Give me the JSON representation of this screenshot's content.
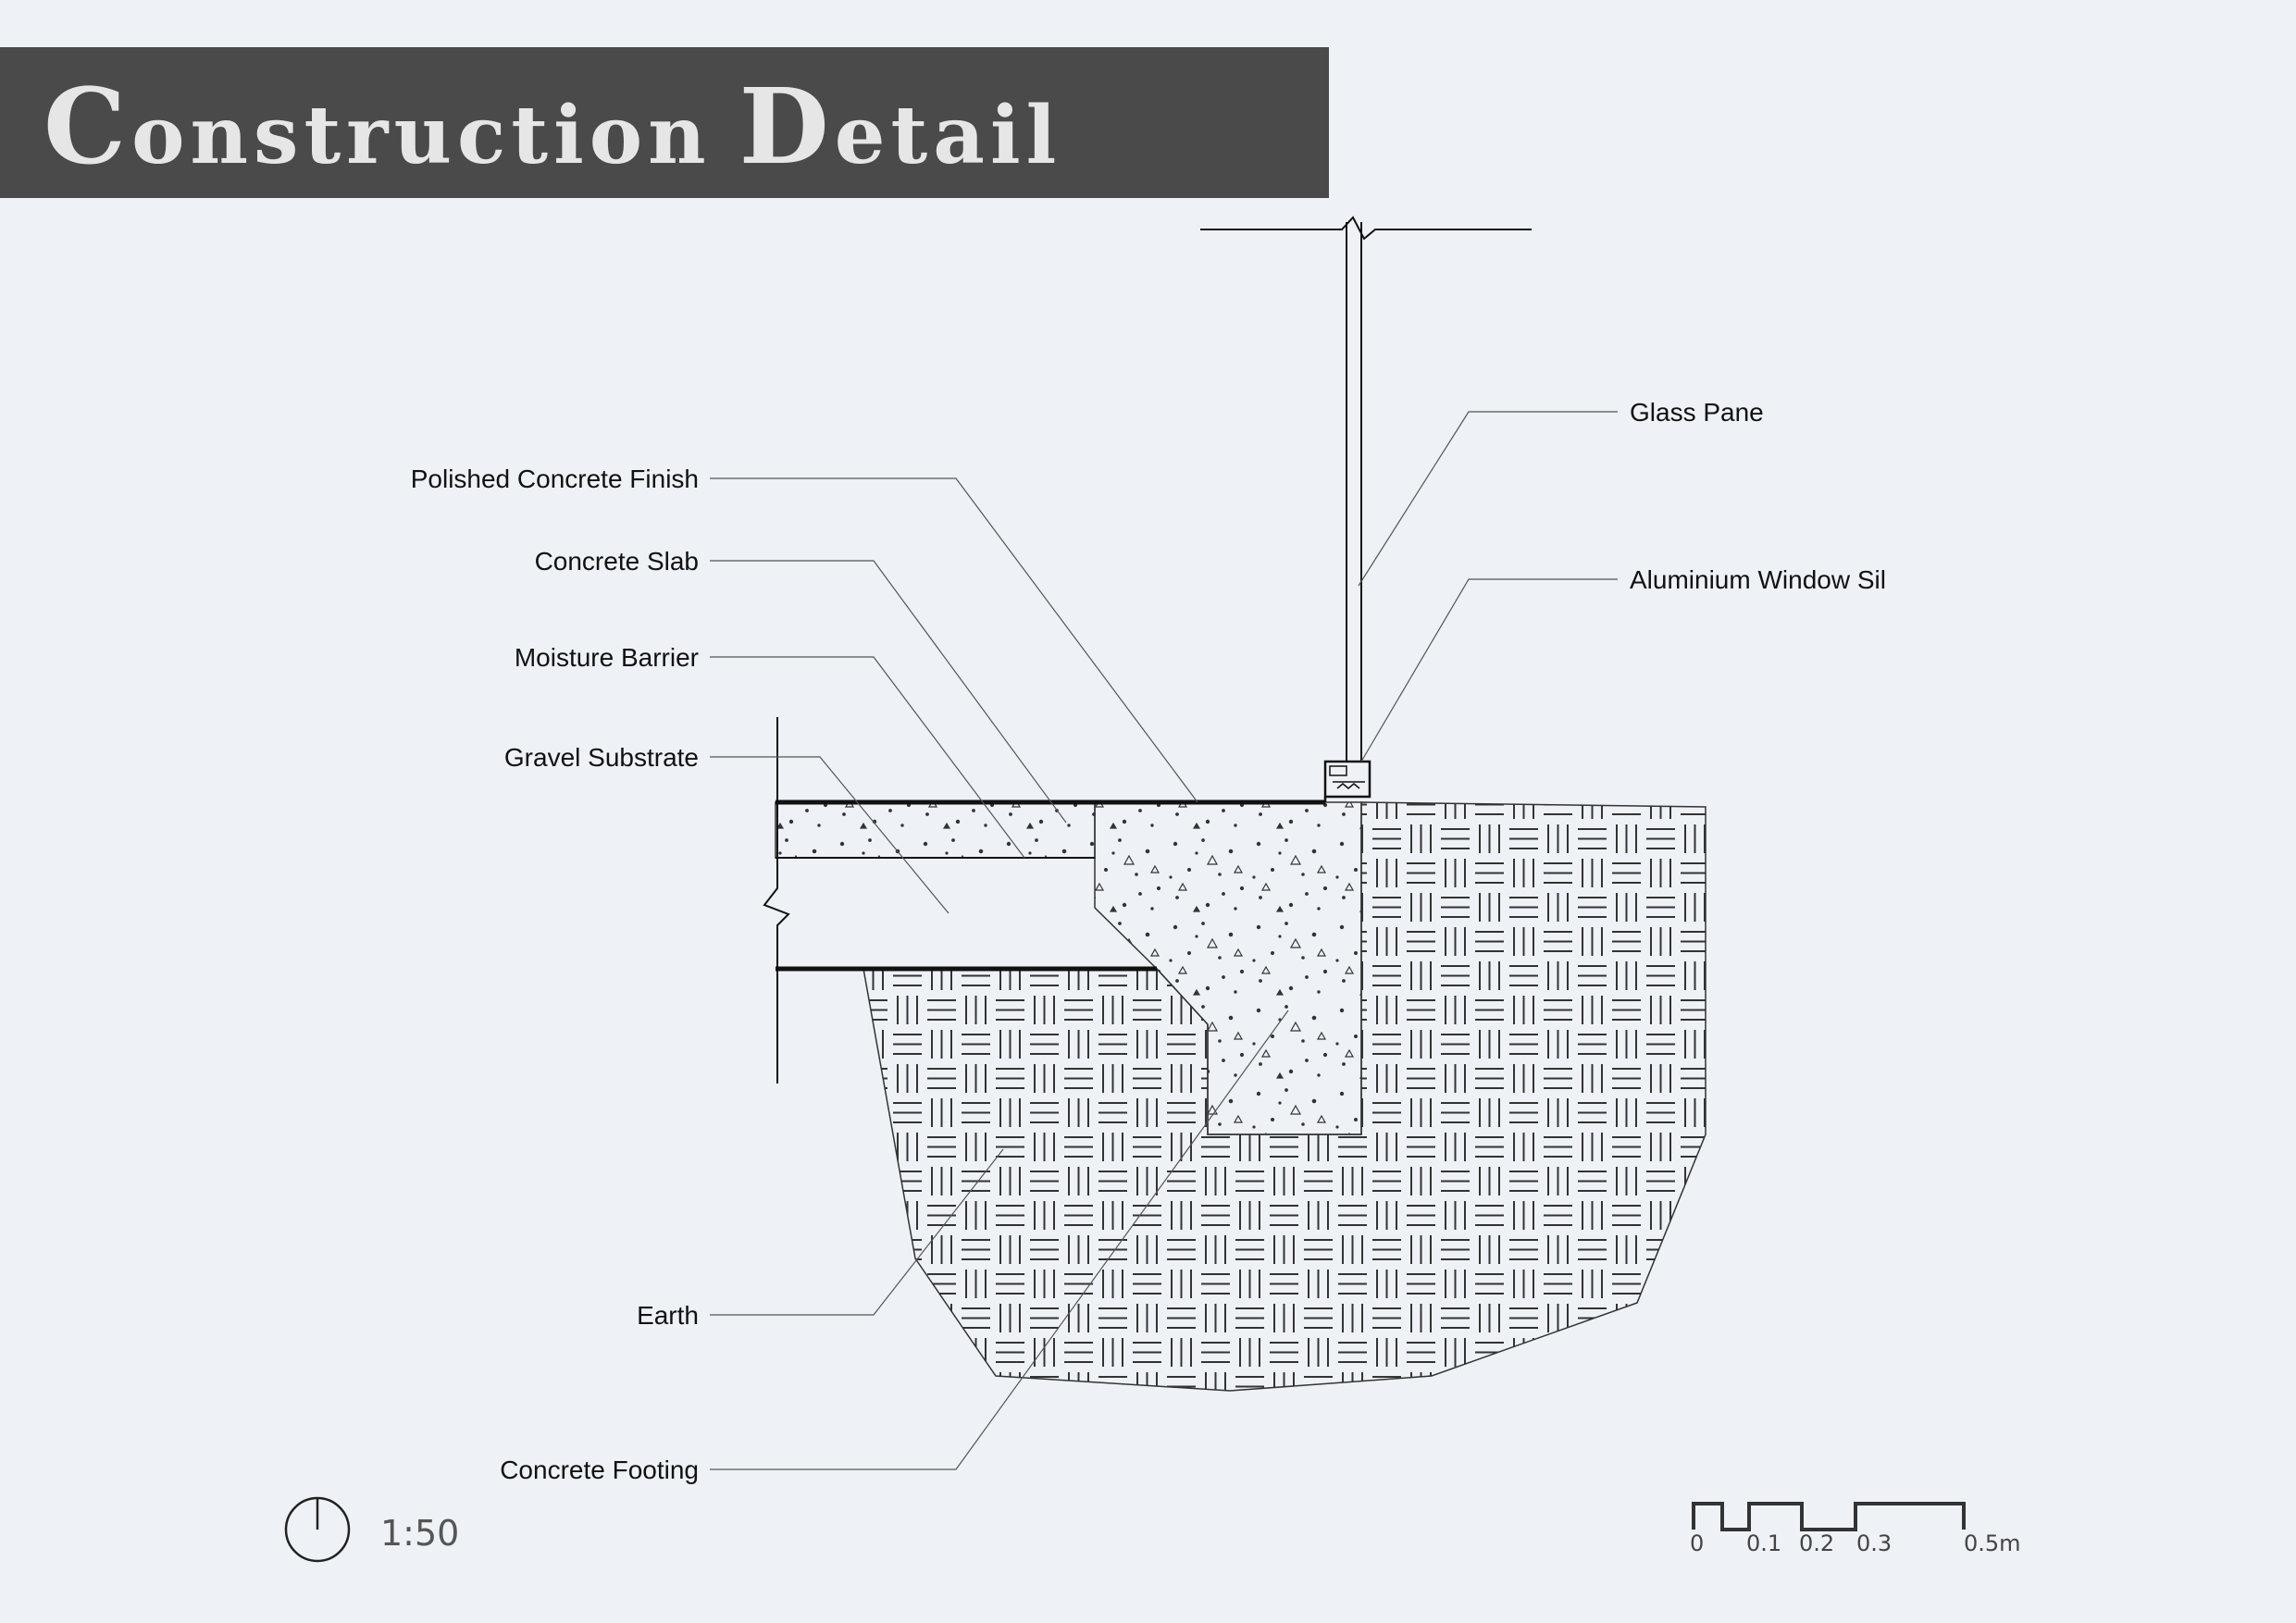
{
  "title": {
    "first_initial": "C",
    "first_rest": "onstruction",
    "second_initial": "D",
    "second_rest": "etail"
  },
  "labels_left": {
    "polished": "Polished Concrete Finish",
    "slab": "Concrete Slab",
    "moisture": "Moisture Barrier",
    "gravel": "Gravel Substrate",
    "earth": "Earth",
    "footing": "Concrete Footing"
  },
  "labels_right": {
    "glass": "Glass Pane",
    "sill": "Aluminium Window Sil"
  },
  "scale_ratio": "1:50",
  "scale_bar": {
    "ticks": [
      "0",
      "0.1",
      "0.2",
      "0.3",
      "0.5m"
    ]
  },
  "colors": {
    "background": "#eef1f6",
    "title_bar": "#4a4a4a",
    "line": "#1a1a1a"
  }
}
